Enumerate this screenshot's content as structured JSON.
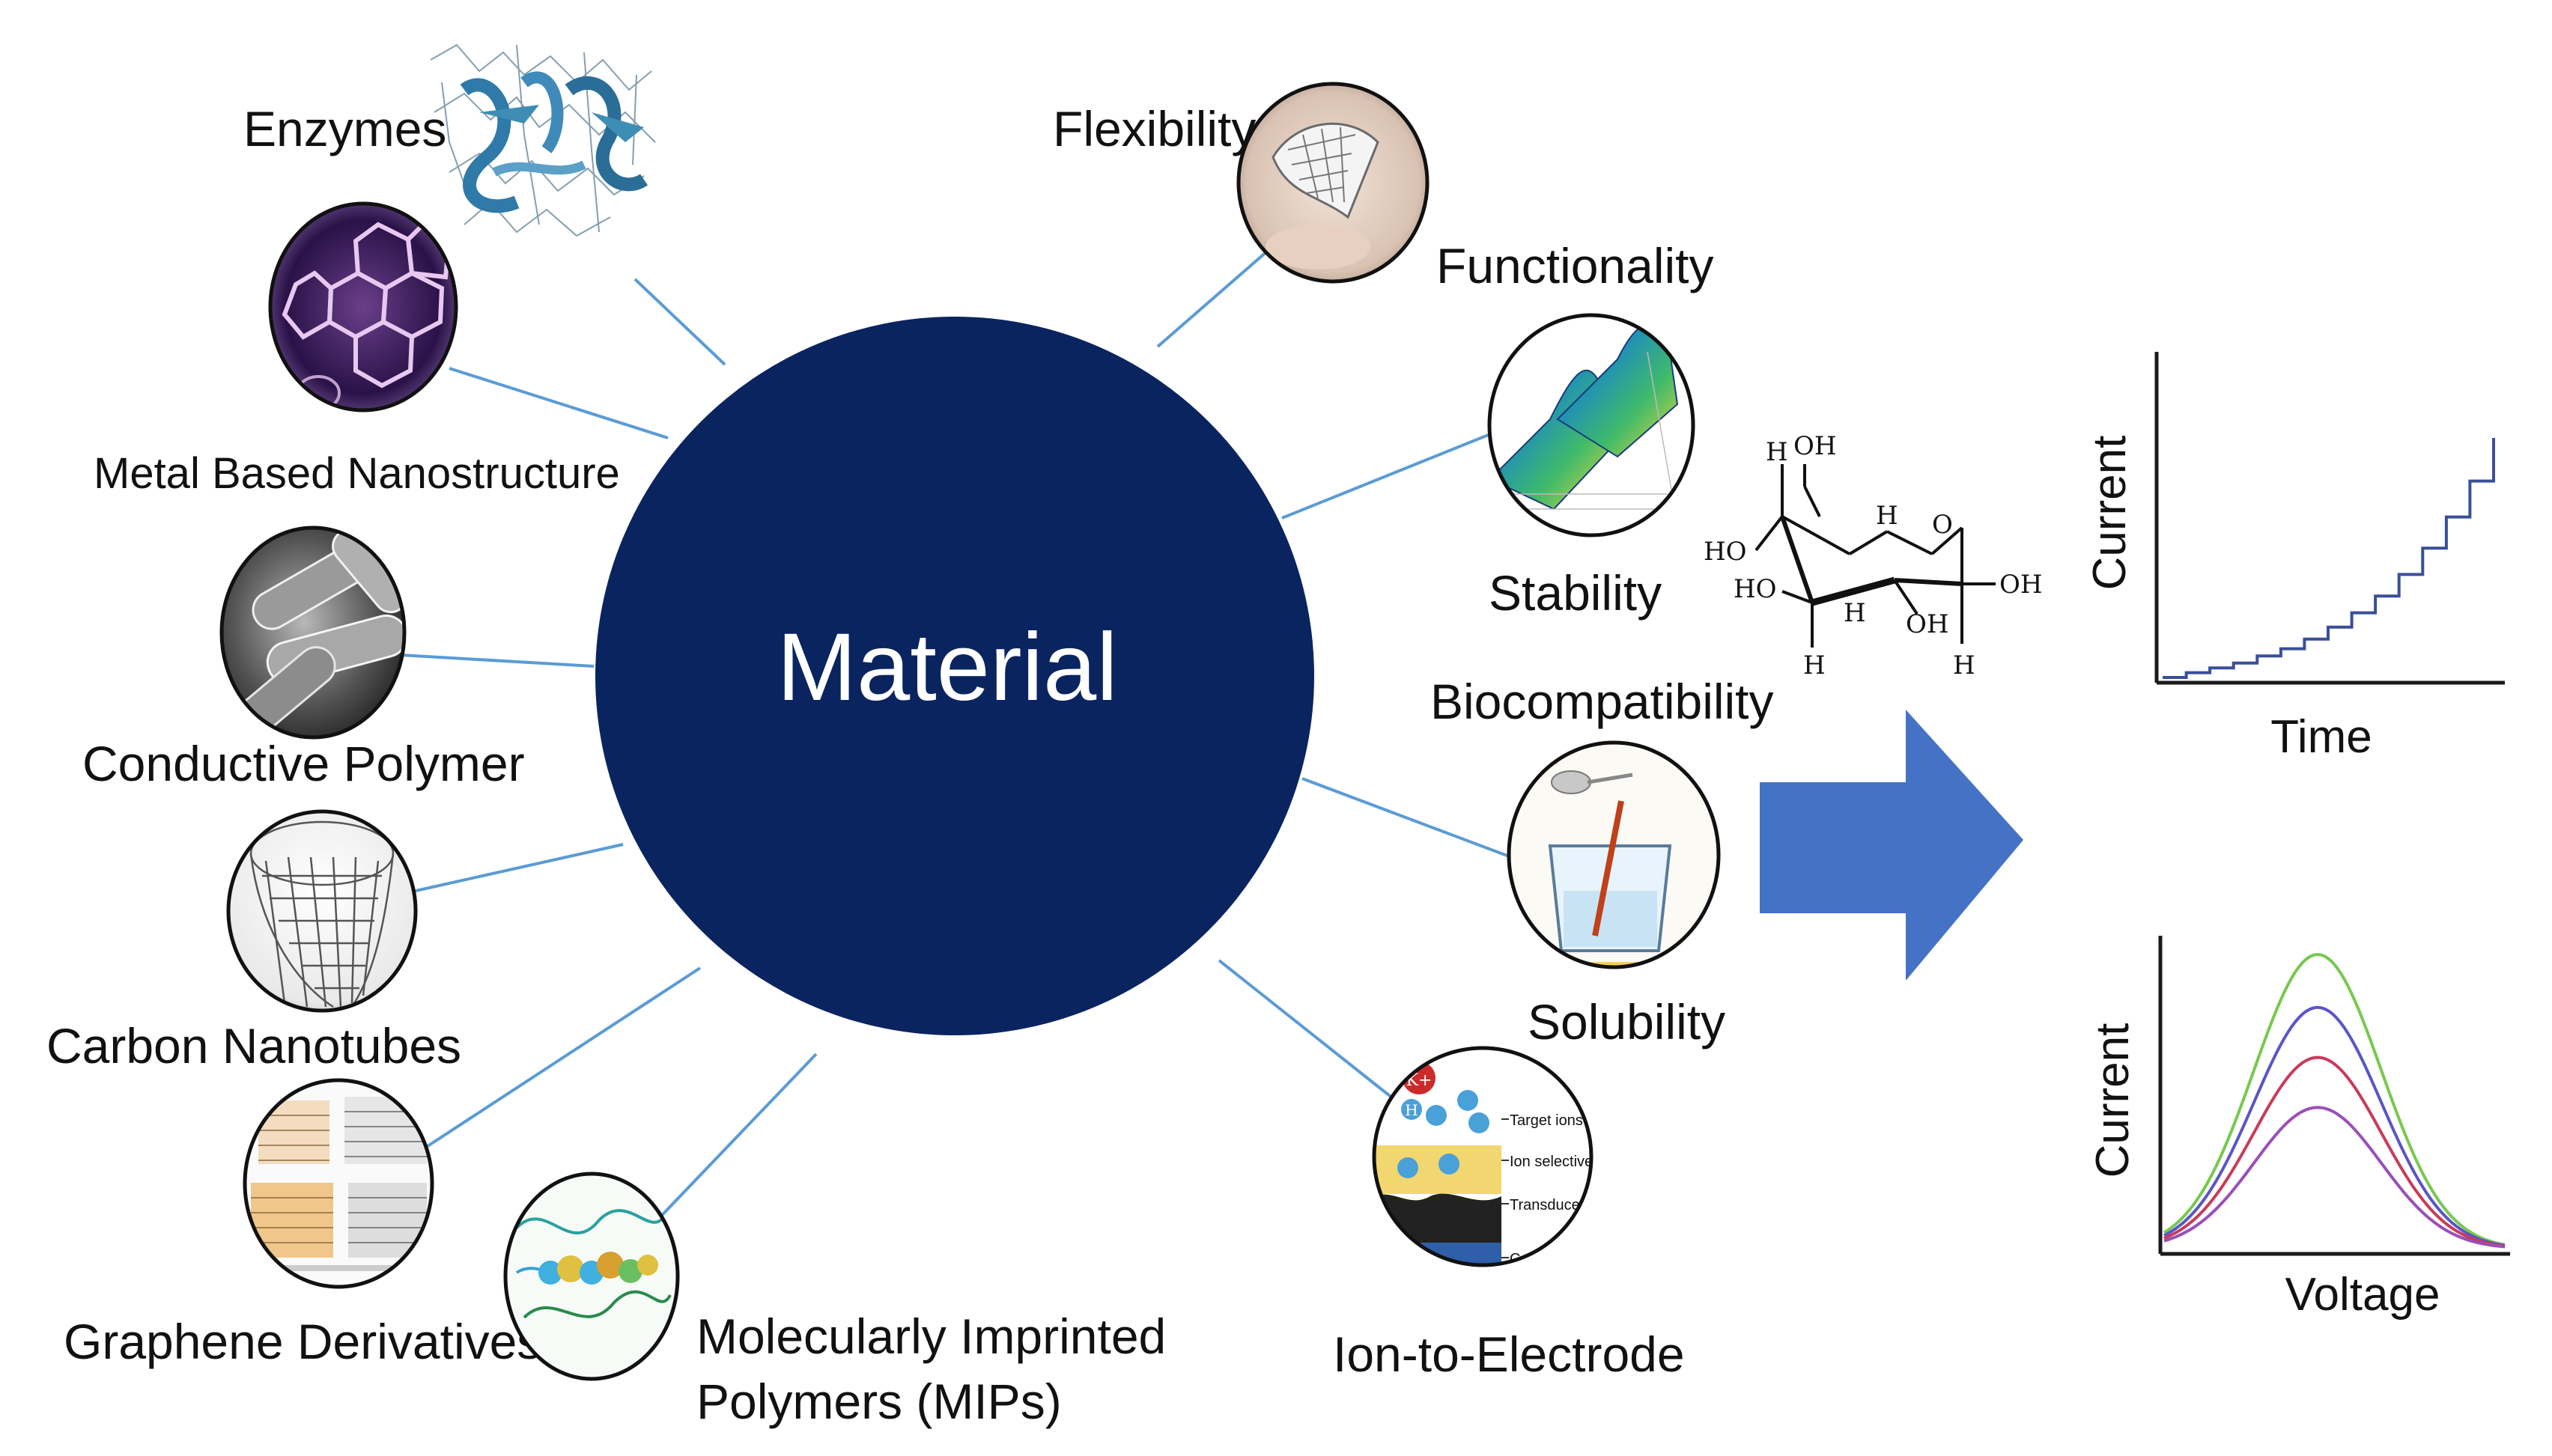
{
  "center": {
    "label": "Material",
    "color": "#0a2460"
  },
  "left_items": [
    {
      "label": "Enzymes",
      "icon": "protein-ribbon-icon"
    },
    {
      "label": "Metal Based Nanostructure",
      "icon": "fullerene-cage-icon"
    },
    {
      "label": "Conductive Polymer",
      "icon": "rod-bacteria-icon"
    },
    {
      "label": "Carbon Nanotubes",
      "icon": "nanotube-mesh-icon"
    },
    {
      "label": "Graphene Derivatives",
      "icon": "graphene-sheet-icon"
    },
    {
      "label": "Molecularly Imprinted",
      "label2": "Polymers (MIPs)",
      "icon": "imprinted-polymer-icon"
    }
  ],
  "right_items": [
    {
      "label": "Flexibility",
      "icon": "flexible-electrode-icon"
    },
    {
      "label": "Functionality",
      "label2": "Stability",
      "icon": "surface-plot-icon"
    },
    {
      "label": "Biocompatibility",
      "label2": "Solubility",
      "icon": "beaker-dissolving-icon"
    },
    {
      "label": "Ion-to-Electrode",
      "icon": "ion-selective-layers-icon"
    }
  ],
  "electrode_inset": {
    "labels": [
      "Target ions",
      "Ion selective m",
      "Transducer laye",
      "Conductive"
    ],
    "ions": [
      "H",
      "K+"
    ]
  },
  "molecule": {
    "atoms": [
      "H",
      "OH",
      "HO",
      "H",
      "O",
      "HO",
      "H",
      "OH",
      "OH",
      "H",
      "H"
    ],
    "icon": "glucose-chair-structure-icon"
  },
  "arrow": {
    "color": "#4472c4",
    "icon": "right-arrow-icon"
  },
  "charts": {
    "top": {
      "ylabel": "Current",
      "xlabel": "Time"
    },
    "bottom": {
      "ylabel": "Current",
      "xlabel": "Voltage"
    }
  },
  "chart_data": [
    {
      "type": "line",
      "title": "",
      "xlabel": "Time",
      "ylabel": "Current",
      "grid": false,
      "series": [
        {
          "color": "#3a4f9a",
          "x": [
            0,
            1,
            2,
            3,
            4,
            5,
            6,
            7,
            8,
            9,
            10,
            11,
            12,
            13,
            14
          ],
          "values": [
            0.0,
            0.02,
            0.04,
            0.06,
            0.09,
            0.12,
            0.16,
            0.21,
            0.27,
            0.34,
            0.43,
            0.54,
            0.67,
            0.82,
            1.0
          ]
        }
      ]
    },
    {
      "type": "line",
      "title": "",
      "xlabel": "Voltage",
      "ylabel": "Current",
      "grid": false,
      "series": [
        {
          "color": "#78c850",
          "peak": 1.0
        },
        {
          "color": "#5a55c8",
          "peak": 0.82
        },
        {
          "color": "#c83c5a",
          "peak": 0.65
        },
        {
          "color": "#9a4fb8",
          "peak": 0.48
        }
      ]
    }
  ]
}
